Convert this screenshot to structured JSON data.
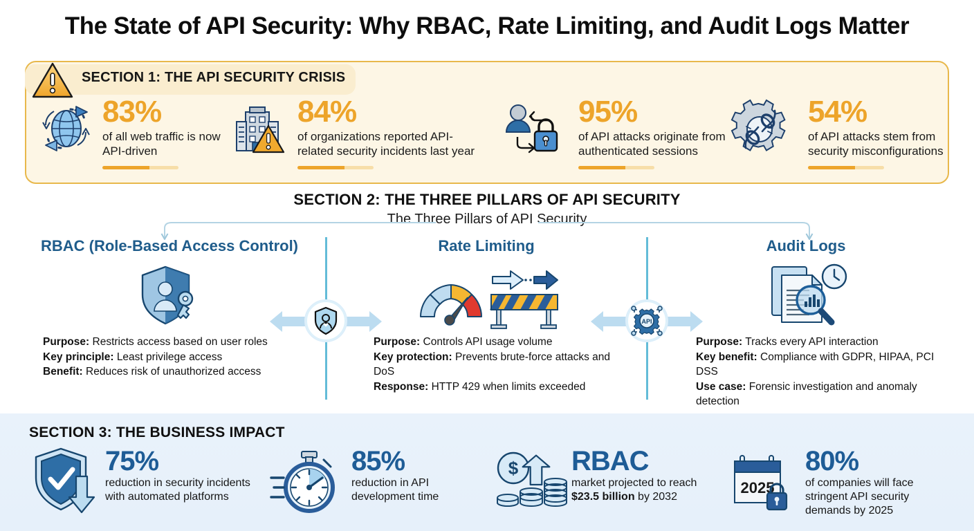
{
  "title": "The State of API Security: Why RBAC, Rate Limiting, and Audit Logs Matter",
  "colors": {
    "orange_accent": "#eda42a",
    "orange_border": "#e8b84b",
    "cream_bg": "#fdf6e5",
    "pillar_blue": "#1f5c8b",
    "stat_blue": "#1e5c96",
    "divider_cyan": "#63bcd8",
    "section3_bg": "#e8f1fa"
  },
  "section1": {
    "label": "SECTION 1: THE API SECURITY CRISIS",
    "icon": "warning-triangle-icon",
    "stats": [
      {
        "value": "83%",
        "desc": "of all web traffic is now API-driven",
        "icon": "globe-arrows-icon"
      },
      {
        "value": "84%",
        "desc": "of organizations reported API-related security incidents last year",
        "icon": "office-building-warning-icon"
      },
      {
        "value": "95%",
        "desc": "of API attacks originate from authenticated sessions",
        "icon": "user-lock-icon"
      },
      {
        "value": "54%",
        "desc": "of API attacks stem from security misconfigurations",
        "icon": "gear-broken-chain-icon"
      }
    ]
  },
  "section2": {
    "label": "SECTION 2: THE THREE PILLARS OF API SECURITY",
    "subtitle": "The Three Pillars of API Security",
    "hubs": [
      {
        "icon": "shield-user-hub-icon"
      },
      {
        "icon": "api-gear-hub-icon"
      }
    ],
    "pillars": [
      {
        "title": "RBAC (Role-Based Access Control)",
        "icon": "shield-user-key-icon",
        "rows": [
          {
            "label": "Purpose:",
            "text": "Restricts access based on user roles"
          },
          {
            "label": "Key principle:",
            "text": "Least privilege access"
          },
          {
            "label": "Benefit:",
            "text": "Reduces risk of unauthorized access"
          }
        ]
      },
      {
        "title": "Rate Limiting",
        "icon": "speedometer-barrier-icon",
        "rows": [
          {
            "label": "Purpose:",
            "text": "Controls API usage volume"
          },
          {
            "label": "Key protection:",
            "text": "Prevents brute-force attacks and DoS"
          },
          {
            "label": "Response:",
            "text": "HTTP 429 when limits exceeded"
          }
        ]
      },
      {
        "title": "Audit Logs",
        "icon": "document-magnifier-clock-icon",
        "rows": [
          {
            "label": "Purpose:",
            "text": "Tracks every API interaction"
          },
          {
            "label": "Key benefit:",
            "text": "Compliance with GDPR, HIPAA, PCI DSS"
          },
          {
            "label": "Use case:",
            "text": "Forensic investigation and anomaly detection"
          }
        ]
      }
    ]
  },
  "section3": {
    "label": "SECTION 3: THE BUSINESS IMPACT",
    "stats": [
      {
        "value": "75%",
        "desc": "reduction in security incidents with automated platforms",
        "icon": "shield-check-down-arrow-icon"
      },
      {
        "value": "85%",
        "desc": "reduction in API development time",
        "icon": "stopwatch-icon"
      },
      {
        "value": "RBAC",
        "desc_pre": "market projected to reach ",
        "desc_bold": "$23.5 billion",
        "desc_post": " by 2032",
        "icon": "coins-up-arrow-icon"
      },
      {
        "value": "80%",
        "desc": "of companies will face stringent API security demands by 2025",
        "icon": "calendar-2025-lock-icon",
        "calendar_year": "2025"
      }
    ]
  }
}
